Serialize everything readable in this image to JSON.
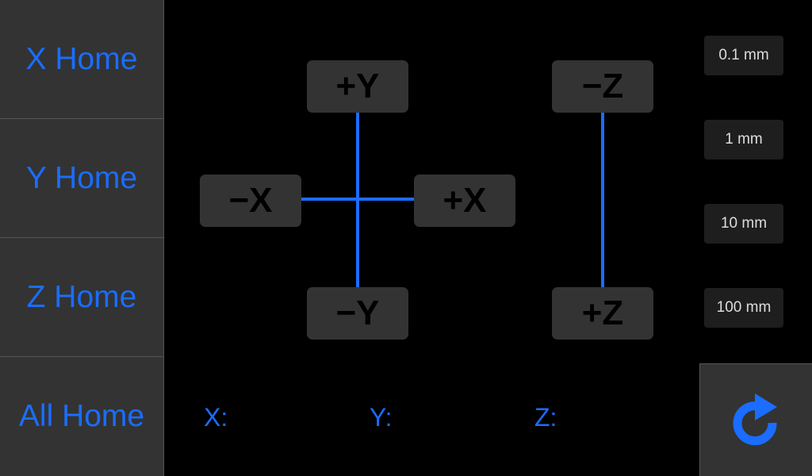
{
  "sidebar": {
    "x_home": "X Home",
    "y_home": "Y Home",
    "z_home": "Z Home",
    "all_home": "All Home"
  },
  "jog": {
    "plus_y": "+Y",
    "minus_y": "−Y",
    "minus_x": "−X",
    "plus_x": "+X",
    "minus_z": "−Z",
    "plus_z": "+Z"
  },
  "steps": [
    "0.1 mm",
    "1 mm",
    "10 mm",
    "100 mm"
  ],
  "coords": {
    "x_label": "X:",
    "y_label": "Y:",
    "z_label": "Z:"
  },
  "colors": {
    "accent": "#1a6dff",
    "button_bg": "#333333",
    "background": "#000000"
  },
  "icons": {
    "refresh": "refresh-icon"
  }
}
